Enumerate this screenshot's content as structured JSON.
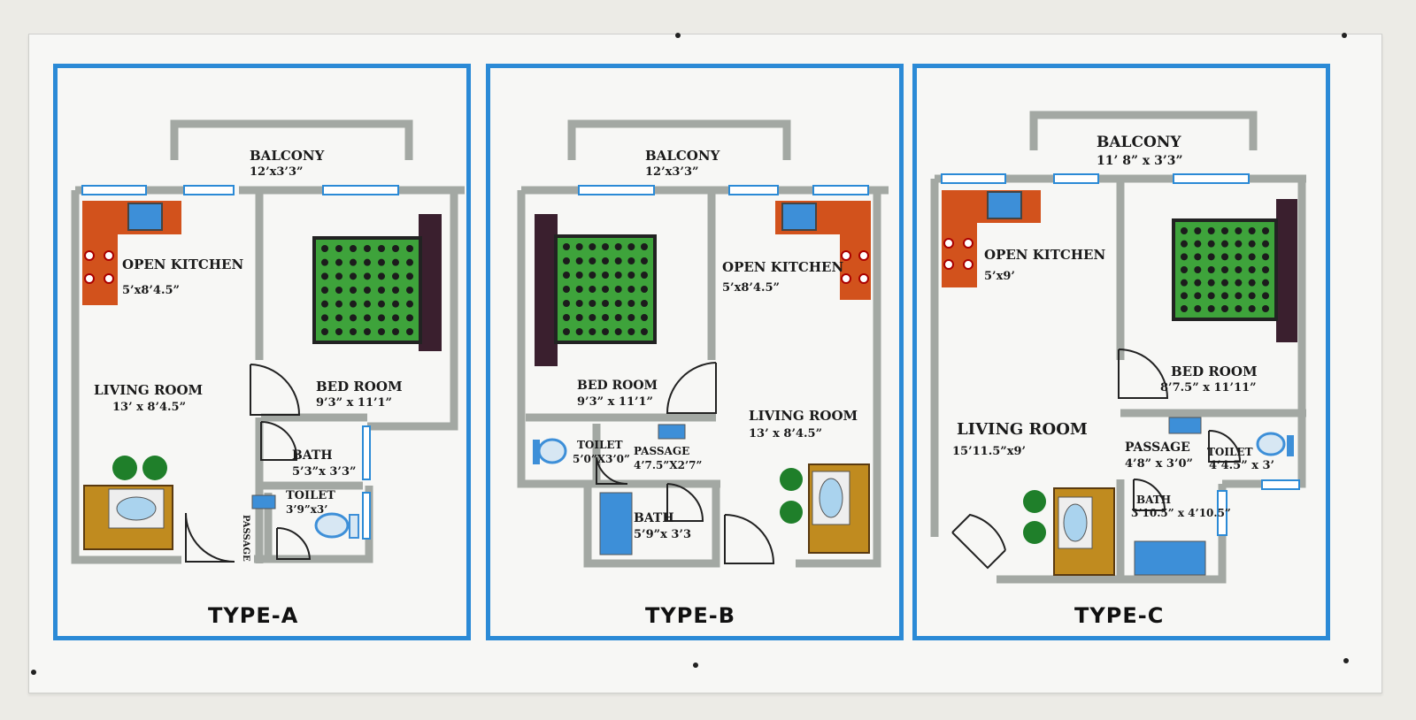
{
  "colors": {
    "frame": "#2b8ad6",
    "wall": "#a3a8a3",
    "bed_green": "#3ea33b",
    "headboard": "#3a1f2e",
    "counter": "#d2521c",
    "sofa": "#c08b1f"
  },
  "plans": [
    {
      "title": "TYPE-A",
      "balcony": {
        "label": "BALCONY",
        "dim": "12’x3’3”"
      },
      "kitchen": {
        "label": "OPEN KITCHEN",
        "dim": "5’x8’4.5”"
      },
      "living": {
        "label": "LIVING ROOM",
        "dim": "13’ x 8’4.5”"
      },
      "bedroom": {
        "label": "BED ROOM",
        "dim": "9’3” x 11’1”"
      },
      "bath": {
        "label": "BATH",
        "dim": "5’3”x 3’3”"
      },
      "toilet": {
        "label": "TOILET",
        "dim": "3’9”x3’"
      },
      "passage": {
        "label": "PASSAGE"
      }
    },
    {
      "title": "TYPE-B",
      "balcony": {
        "label": "BALCONY",
        "dim": "12’x3’3”"
      },
      "kitchen": {
        "label": "OPEN KITCHEN",
        "dim": "5’x8’4.5”"
      },
      "living": {
        "label": "LIVING ROOM",
        "dim": "13’ x 8’4.5”"
      },
      "bedroom": {
        "label": "BED ROOM",
        "dim": "9’3” x 11’1”"
      },
      "bath": {
        "label": "BATH",
        "dim": "5’9”x 3’3"
      },
      "toilet": {
        "label": "TOILET",
        "dim": "5’0”X3’0”"
      },
      "passage": {
        "label": "PASSAGE",
        "dim": "4’7.5”X2’7”"
      }
    },
    {
      "title": "TYPE-C",
      "balcony": {
        "label": "BALCONY",
        "dim": "11’ 8” x 3’3”"
      },
      "kitchen": {
        "label": "OPEN KITCHEN",
        "dim": "5’x9’"
      },
      "living": {
        "label": "LIVING ROOM",
        "dim": "15’11.5”x9’"
      },
      "bedroom": {
        "label": "BED ROOM",
        "dim": "8’7.5” x 11’11”"
      },
      "bath": {
        "label": "BATH",
        "dim": "3’10.5” x 4’10.5”"
      },
      "toilet": {
        "label": "TOILET",
        "dim": "4’4.5” x 3’"
      },
      "passage": {
        "label": "PASSAGE",
        "dim": "4’8” x 3’0”"
      }
    }
  ]
}
